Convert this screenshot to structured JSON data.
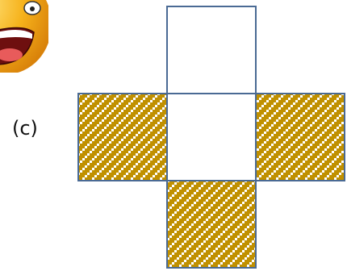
{
  "label": "(c)",
  "net": {
    "squares": [
      {
        "name": "top-square",
        "pattern": "blank"
      },
      {
        "name": "left-square",
        "pattern": "checkered"
      },
      {
        "name": "center-square",
        "pattern": "blank"
      },
      {
        "name": "right-square",
        "pattern": "checkered"
      },
      {
        "name": "bottom-square",
        "pattern": "checkered"
      }
    ]
  },
  "colors": {
    "border": "#4a6a94",
    "check_dark": "#c09000",
    "check_light": "#ffffff"
  },
  "icons": {
    "emoji": "laughing-face-icon"
  }
}
